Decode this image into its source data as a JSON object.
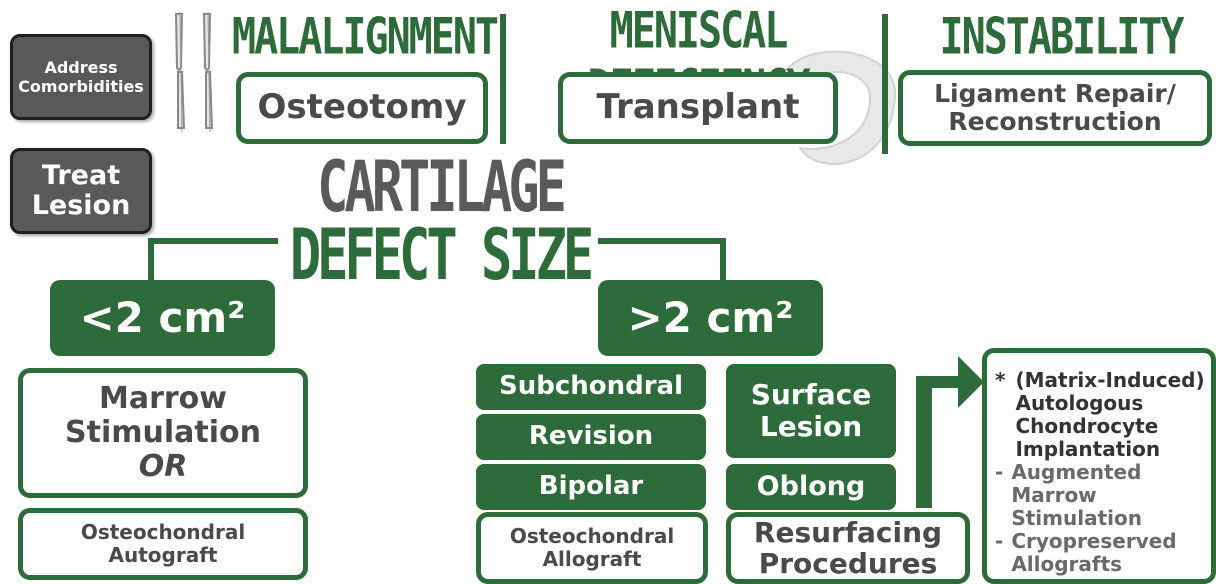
{
  "left_buttons": {
    "address": "Address Comorbidities",
    "treat": "Treat Lesion"
  },
  "headers": {
    "malalignment": "MALALIGNMENT",
    "meniscal": "MENISCAL DEFICIENCY",
    "instability": "INSTABILITY"
  },
  "treatments": {
    "osteotomy": "Osteotomy",
    "transplant": "Transplant",
    "ligament": "Ligament Repair/ Reconstruction"
  },
  "title": {
    "line1": "CARTILAGE",
    "line2": "DEFECT SIZE"
  },
  "small": {
    "label": "<2 cm²",
    "marrow_line1": "Marrow Stimulation",
    "marrow_or": "OR",
    "autograft": "Osteochondral Autograft"
  },
  "large": {
    "label": ">2 cm²",
    "subchondral": "Subchondral",
    "revision": "Revision",
    "bipolar": "Bipolar",
    "allograft": "Osteochondral Allograft",
    "surface": "Surface Lesion",
    "oblong": "Oblong",
    "resurfacing": "Resurfacing Procedures"
  },
  "options": {
    "star": "*",
    "macI": "(Matrix-Induced) Autologous Chondrocyte Implantation",
    "dash1": "-",
    "augmented": "Augmented Marrow Stimulation",
    "dash2": "-",
    "cryo": "Cryopreserved Allografts"
  },
  "colors": {
    "green": "#2e6b3a",
    "grey_box": "#595959",
    "text_grey": "#4a4a4a"
  }
}
